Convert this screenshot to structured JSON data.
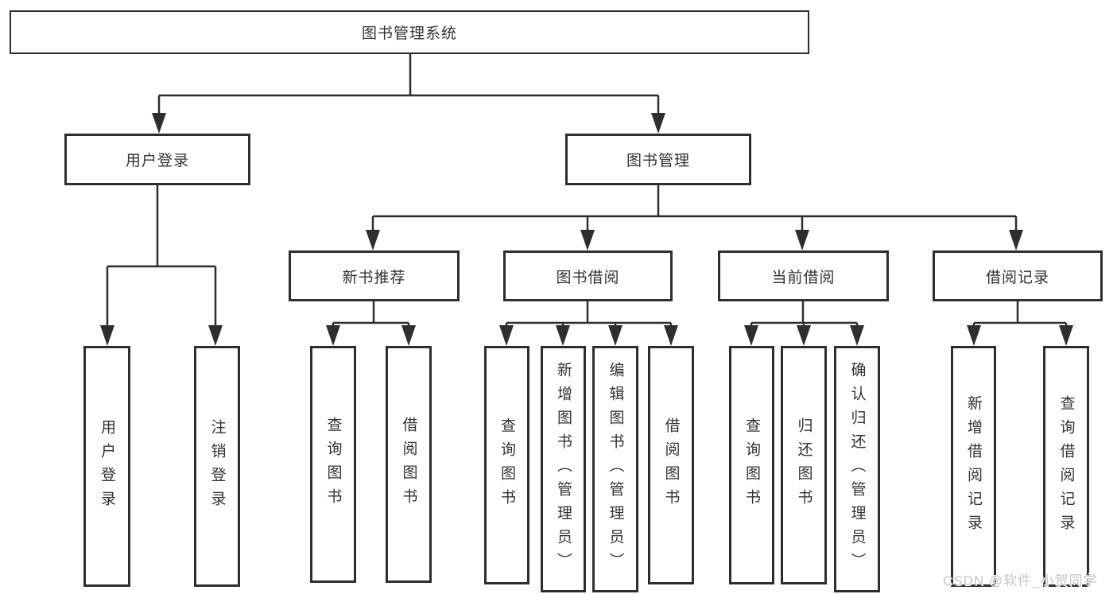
{
  "diagram": {
    "root": {
      "label": "图书管理系统"
    },
    "level2": [
      {
        "label": "用户登录"
      },
      {
        "label": "图书管理"
      }
    ],
    "level3": [
      {
        "label": "新书推荐"
      },
      {
        "label": "图书借阅"
      },
      {
        "label": "当前借阅"
      },
      {
        "label": "借阅记录"
      }
    ],
    "leaves": [
      {
        "label": "用户登录"
      },
      {
        "label": "注销登录"
      },
      {
        "label": "查询图书"
      },
      {
        "label": "借阅图书"
      },
      {
        "label": "查询图书"
      },
      {
        "label": "新增图书（管理员）"
      },
      {
        "label": "编辑图书（管理员）"
      },
      {
        "label": "借阅图书"
      },
      {
        "label": "查询图书"
      },
      {
        "label": "归还图书"
      },
      {
        "label": "确认归还（管理员）"
      },
      {
        "label": "新增借阅记录"
      },
      {
        "label": "查询借阅记录"
      }
    ]
  },
  "watermark": {
    "text": "CSDN @软件_小贺同学"
  },
  "colors": {
    "line": "#2e2e2e",
    "text": "#333333",
    "background": "#ffffff",
    "watermark": "#c6c6c6"
  }
}
